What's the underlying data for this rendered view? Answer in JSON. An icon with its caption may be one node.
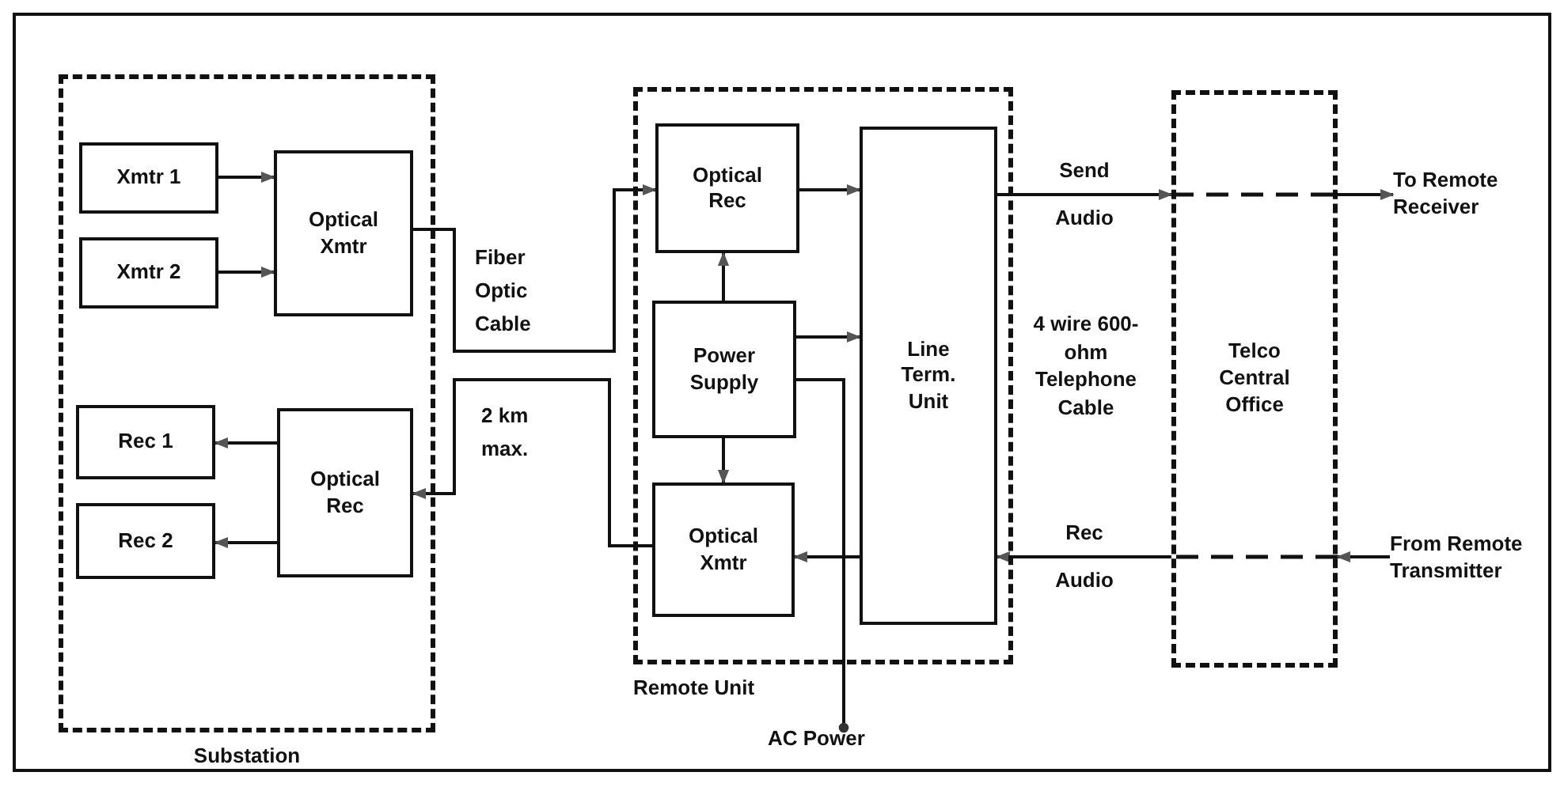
{
  "diagram": {
    "nodes": [
      {
        "text": [
          "Substation"
        ]
      },
      {
        "text": [
          "Xmtr 1"
        ],
        "in": 0
      },
      {
        "text": [
          "Xmtr 2"
        ],
        "in": 0
      },
      {
        "text": [
          "Optical Xmtr"
        ],
        "in": 0
      },
      {
        "text": [
          "Rec 1"
        ],
        "in": 0
      },
      {
        "text": [
          "Rec 2"
        ],
        "in": 0
      },
      {
        "text": [
          "Optical Rec"
        ],
        "in": 0
      },
      {
        "text": [
          "Remote Unit"
        ]
      },
      {
        "text": [
          "Optical Rec"
        ],
        "in": 7
      },
      {
        "text": [
          "Power Supply"
        ],
        "in": 7
      },
      {
        "text": [
          "Optical Xmtr"
        ],
        "in": 7
      },
      {
        "text": [
          "Line Term. Unit"
        ],
        "in": 7
      },
      {
        "text": [
          "Telco Central Office"
        ]
      },
      {
        "text": [
          "To Remote Receiver"
        ]
      },
      {
        "text": [
          "From Remote Transmitter"
        ]
      },
      {
        "text": [
          "AC Power"
        ]
      }
    ],
    "edges": [
      {
        "from": 1,
        "to": 3,
        "arrow": "to"
      },
      {
        "from": 2,
        "to": 3,
        "arrow": "to"
      },
      {
        "from": 6,
        "to": 4,
        "arrow": "to"
      },
      {
        "from": 6,
        "to": 5,
        "arrow": "to"
      },
      {
        "from": 3,
        "to": 8,
        "arrow": "to",
        "label": "Fiber Optic Cable"
      },
      {
        "from": 10,
        "to": 6,
        "arrow": "to",
        "label": "2 km max."
      },
      {
        "from": 8,
        "to": 11,
        "arrow": "to"
      },
      {
        "from": 9,
        "to": 8,
        "arrow": "to"
      },
      {
        "from": 9,
        "to": 11,
        "arrow": "to"
      },
      {
        "from": 9,
        "to": 10,
        "arrow": "to"
      },
      {
        "from": 11,
        "to": 10,
        "arrow": "to"
      },
      {
        "from": 11,
        "to": 12,
        "arrow": "to",
        "label": "Send Audio"
      },
      {
        "from": 12,
        "to": 13,
        "arrow": "to"
      },
      {
        "from": 14,
        "to": 12,
        "arrow": "to"
      },
      {
        "from": 12,
        "to": 11,
        "arrow": "to",
        "label": "Rec Audio"
      },
      {
        "from": 15,
        "to": 9,
        "arrow": "other"
      }
    ],
    "labels": [
      "4 wire 600-ohm Telephone Cable"
    ]
  }
}
